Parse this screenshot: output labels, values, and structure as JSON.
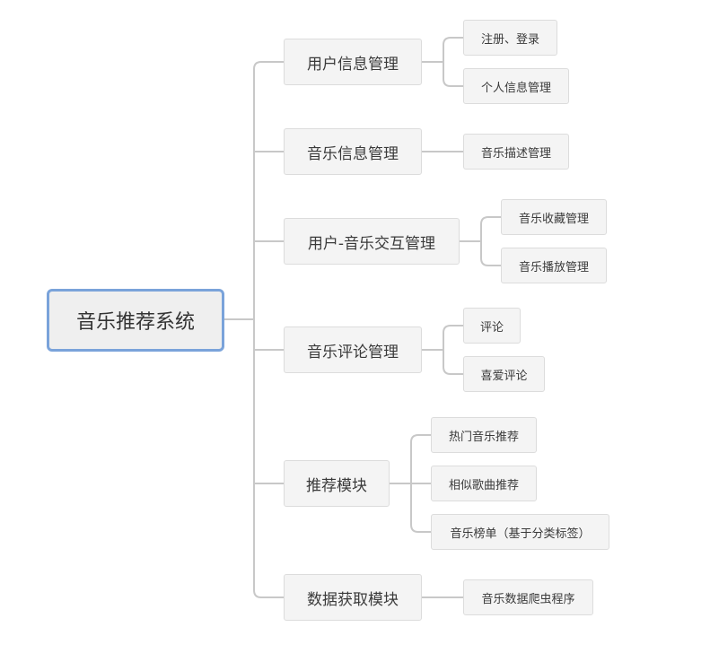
{
  "root": {
    "label": "音乐推荐系统"
  },
  "branches": [
    {
      "label": "用户信息管理",
      "children": [
        "注册、登录",
        "个人信息管理"
      ]
    },
    {
      "label": "音乐信息管理",
      "children": [
        "音乐描述管理"
      ]
    },
    {
      "label": "用户-音乐交互管理",
      "children": [
        "音乐收藏管理",
        "音乐播放管理"
      ]
    },
    {
      "label": "音乐评论管理",
      "children": [
        "评论",
        "喜爱评论"
      ]
    },
    {
      "label": "推荐模块",
      "children": [
        "热门音乐推荐",
        "相似歌曲推荐",
        "音乐榜单（基于分类标签）"
      ]
    },
    {
      "label": "数据获取模块",
      "children": [
        "音乐数据爬虫程序"
      ]
    }
  ],
  "colors": {
    "connector": "#c8c8c8",
    "root_border": "#7aa3da",
    "node_fill": "#f4f4f4",
    "node_border": "#dcdcdc",
    "text": "#333333"
  }
}
